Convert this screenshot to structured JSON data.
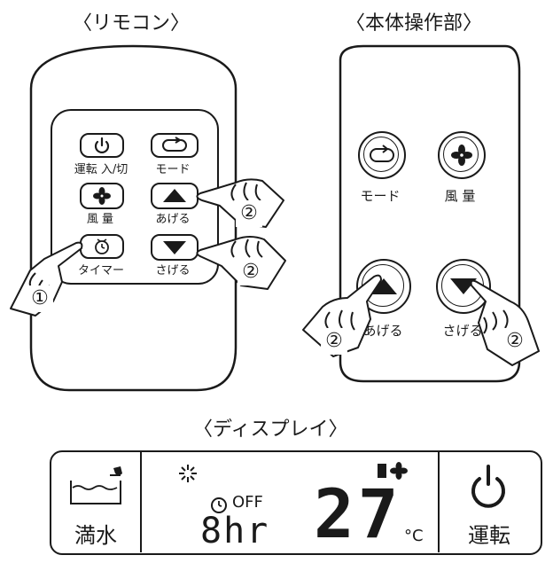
{
  "remote": {
    "title": "〈リモコン〉",
    "power_label": "運転 入/切",
    "mode_label": "モード",
    "fan_label": "風 量",
    "up_label": "あげる",
    "timer_label": "タイマー",
    "down_label": "さげる",
    "step1": "①",
    "step2a": "②",
    "step2b": "②"
  },
  "unit": {
    "title": "〈本体操作部〉",
    "mode_label": "モード",
    "fan_label": "風 量",
    "up_label": "あげる",
    "down_label": "さげる",
    "step2a": "②",
    "step2b": "②"
  },
  "display": {
    "title": "〈ディスプレイ〉",
    "water_label": "満水",
    "timer_off": "OFF",
    "timer_value": "8hr",
    "temperature": "27",
    "temp_unit": "°C",
    "power_label": "運転"
  },
  "colors": {
    "line": "#1a1a1a",
    "panel": "#ffffff"
  }
}
